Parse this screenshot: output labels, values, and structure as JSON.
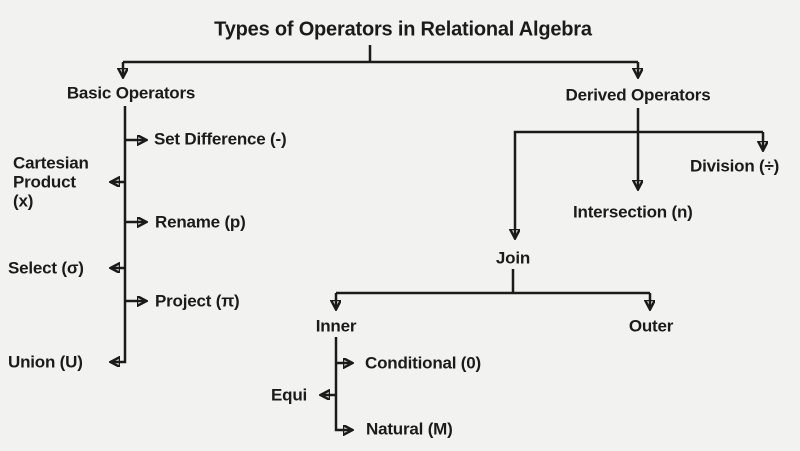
{
  "title": "Types of Operators in Relational Algebra",
  "colors": {
    "background": "#f2f2f0",
    "line": "#1b1b1b",
    "text": "#1b1b1b"
  },
  "nodes": {
    "basic": {
      "label": "Basic Operators"
    },
    "derived": {
      "label": "Derived Operators"
    },
    "set_difference": {
      "label": "Set Difference (-)"
    },
    "cartesian_product": {
      "label": "Cartesian Product (x)",
      "lines": [
        "Cartesian",
        "Product",
        "(x)"
      ]
    },
    "rename": {
      "label": "Rename (p)"
    },
    "select": {
      "label": "Select (σ)"
    },
    "project": {
      "label": "Project (π)"
    },
    "union": {
      "label": "Union (U)"
    },
    "division": {
      "label": "Division (÷)"
    },
    "intersection": {
      "label": "Intersection (n)"
    },
    "join": {
      "label": "Join"
    },
    "inner": {
      "label": "Inner"
    },
    "outer": {
      "label": "Outer"
    },
    "conditional": {
      "label": "Conditional (0)"
    },
    "equi": {
      "label": "Equi"
    },
    "natural": {
      "label": "Natural (M)"
    }
  },
  "edges": [
    [
      "title",
      "basic"
    ],
    [
      "title",
      "derived"
    ],
    [
      "basic",
      "set_difference"
    ],
    [
      "basic",
      "cartesian_product"
    ],
    [
      "basic",
      "rename"
    ],
    [
      "basic",
      "select"
    ],
    [
      "basic",
      "project"
    ],
    [
      "basic",
      "union"
    ],
    [
      "derived",
      "division"
    ],
    [
      "derived",
      "intersection"
    ],
    [
      "derived",
      "join"
    ],
    [
      "join",
      "inner"
    ],
    [
      "join",
      "outer"
    ],
    [
      "inner",
      "conditional"
    ],
    [
      "inner",
      "equi"
    ],
    [
      "inner",
      "natural"
    ]
  ]
}
